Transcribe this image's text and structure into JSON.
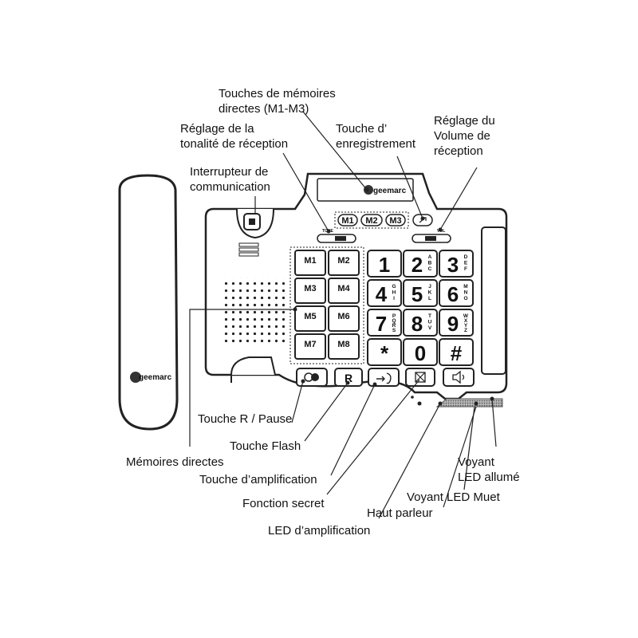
{
  "callouts": {
    "memoires_directes_m1_m3": "Touches de mémoires\ndirectes (M1-M3)",
    "tonalite": "Réglage de la\ntonalité de réception",
    "enregistrement": "Touche d’\nenregistrement",
    "volume": "Réglage du\nVolume  de\nréception",
    "interrupteur": "Interrupteur  de\ncommunication",
    "r_pause": "Touche R / Pause",
    "flash": "Touche Flash",
    "memoires_directes": "Mémoires directes",
    "amplification": "Touche d’amplification",
    "secret": "Fonction secret",
    "led_amplification": "LED d’amplification",
    "voyant_allume": "Voyant\nLED allumé",
    "voyant_muet": "Voyant LED Muet",
    "haut_parleur": "Haut parleur"
  },
  "device": {
    "brand": "geemarc",
    "top_memory_keys": [
      "M1",
      "M2",
      "M3"
    ],
    "tone_label": "TONE",
    "vol_label": "VOL",
    "memory_keys": [
      "M1",
      "M2",
      "M3",
      "M4",
      "M5",
      "M6",
      "M7",
      "M8"
    ],
    "keypad": [
      {
        "digit": "1",
        "letters": ""
      },
      {
        "digit": "2",
        "letters": "ABC"
      },
      {
        "digit": "3",
        "letters": "DEF"
      },
      {
        "digit": "4",
        "letters": "GHI"
      },
      {
        "digit": "5",
        "letters": "JKL"
      },
      {
        "digit": "6",
        "letters": "MNO"
      },
      {
        "digit": "7",
        "letters": "PQRS"
      },
      {
        "digit": "8",
        "letters": "TUV"
      },
      {
        "digit": "9",
        "letters": "WXYZ"
      },
      {
        "digit": "*",
        "letters": ""
      },
      {
        "digit": "0",
        "letters": ""
      },
      {
        "digit": "#",
        "letters": ""
      }
    ],
    "flash_key": "R"
  },
  "icons": {
    "pause": "pause-icon",
    "amplify": "amplify-icon",
    "mute": "mute-icon",
    "speaker": "speaker-icon",
    "record": "record-icon"
  }
}
